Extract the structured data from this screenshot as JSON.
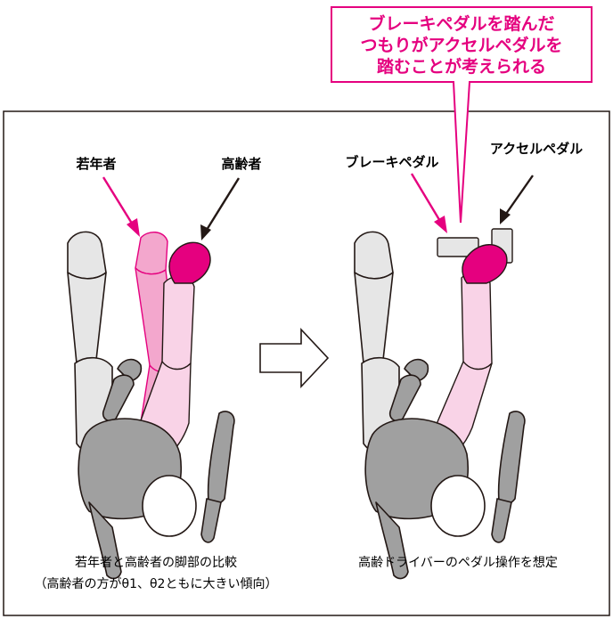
{
  "callout": {
    "lines": [
      "ブレーキペダルを踏んだ",
      "つもりがアクセルペダルを",
      "踏むことが考えられる"
    ]
  },
  "left_panel": {
    "label_young": "若年者",
    "label_elderly": "高齢者",
    "caption_line1": "若年者と高齢者の脚部の比較",
    "caption_line2": "（高齢者の方がθ1、θ2ともに大きい傾向）"
  },
  "right_panel": {
    "label_brake": "ブレーキペダル",
    "label_accel": "アクセルペダル",
    "caption": "高齢ドライバーのペダル操作を想定"
  },
  "colors": {
    "accent": "#e5007f",
    "young_leg": "#f3a7cd",
    "elderly_leg": "#f9d3e7",
    "body_gray": "#a0a0a0",
    "far_leg_gray": "#e6e6e6"
  }
}
